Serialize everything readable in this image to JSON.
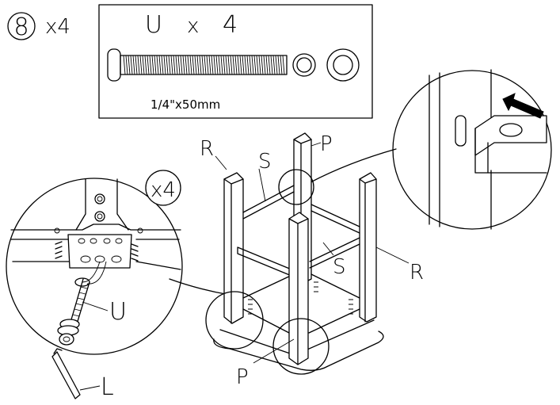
{
  "step": {
    "number": "8",
    "multiplier": "x4"
  },
  "parts_box": {
    "title_letter": "U",
    "title_times": "x",
    "title_count": "4",
    "size_label": "1/4\"x50mm"
  },
  "detail_left": {
    "count_label": "x4",
    "bolt_label": "U",
    "wrench_label": "L"
  },
  "stool_labels": {
    "p_top": "P",
    "r_left": "R",
    "s_top": "S",
    "s_right": "S",
    "r_right": "R",
    "p_bottom": "P"
  }
}
